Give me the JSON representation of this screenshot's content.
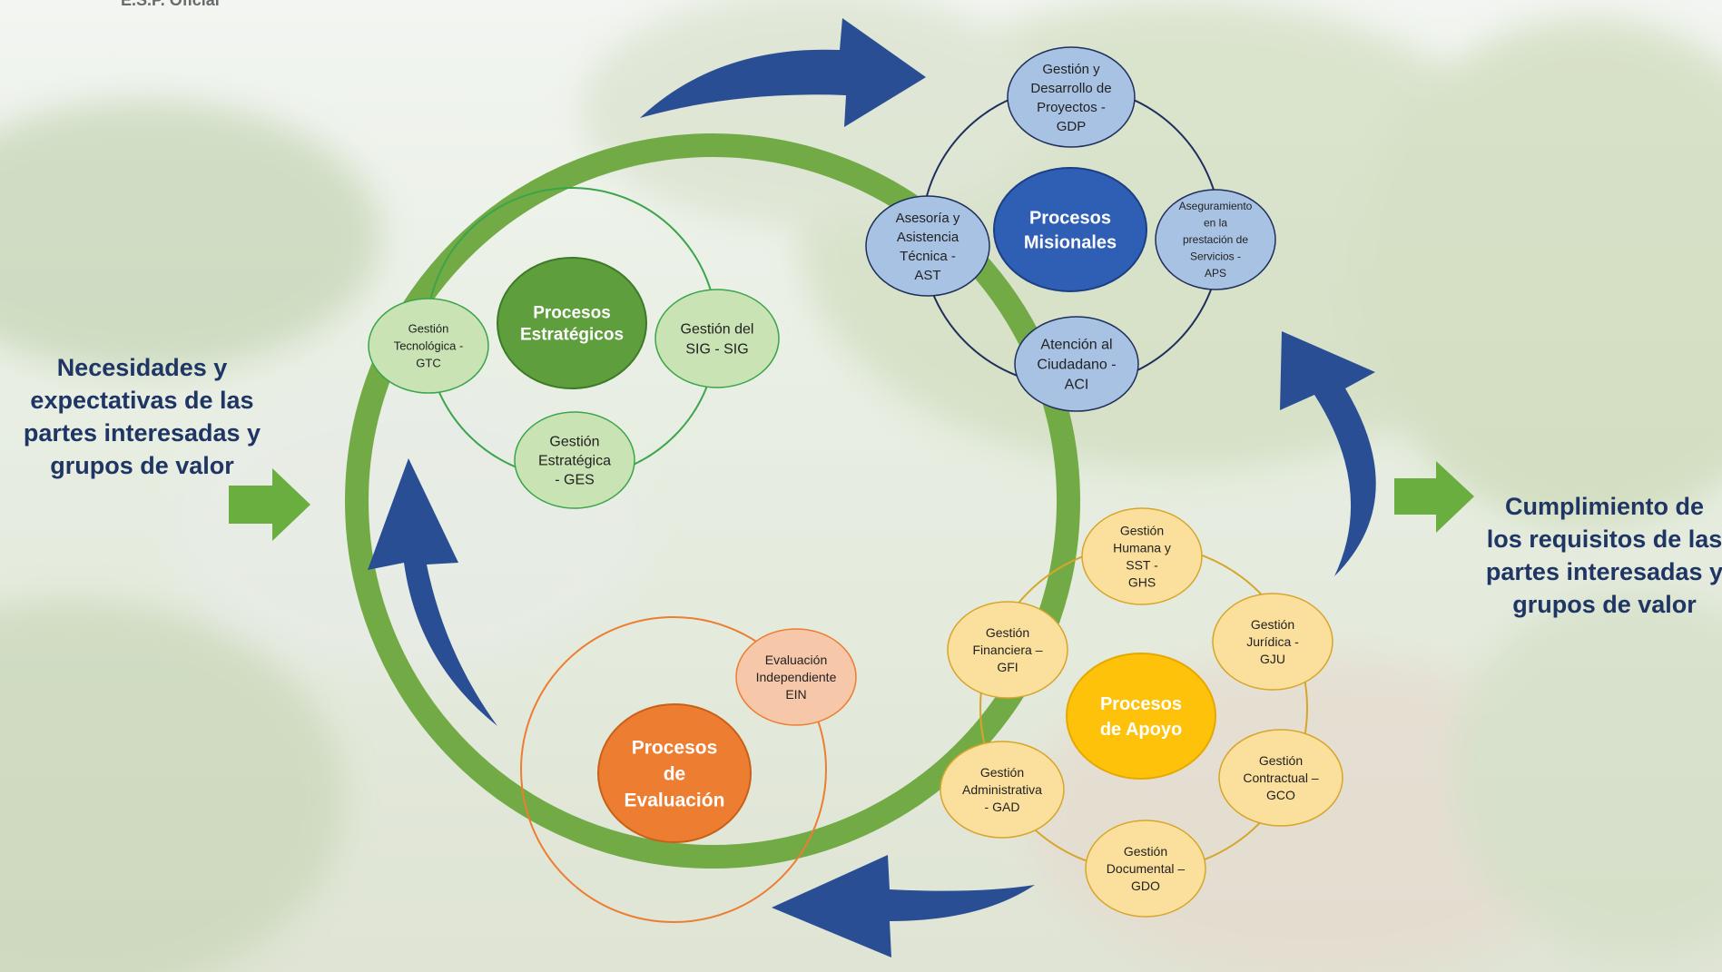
{
  "header": {
    "corner_text": "E.S.P. Oficial"
  },
  "inputs": {
    "left_text": "Necesidades y expectativas de las partes interesadas y grupos de valor",
    "right_text": "Cumplimiento de los requisitos de las partes interesadas y grupos de valor"
  },
  "groups": {
    "estrategicos": {
      "center": [
        "Procesos",
        "Estratégicos"
      ],
      "sat_gtc": [
        "Gestión",
        "Tecnológica -",
        "GTC"
      ],
      "sat_sig": [
        "Gestión del",
        "SIG  - SIG"
      ],
      "sat_ges": [
        "Gestión",
        "Estratégica",
        "- GES"
      ]
    },
    "misionales": {
      "center": [
        "Procesos",
        "Misionales"
      ],
      "sat_gdp": [
        "Gestión y",
        "Desarrollo de",
        "Proyectos -",
        "GDP"
      ],
      "sat_ast": [
        "Asesoría y",
        "Asistencia",
        "Técnica -",
        "AST"
      ],
      "sat_aps": [
        "Aseguramiento",
        "en la",
        "prestación de",
        "Servicios  -",
        "APS"
      ],
      "sat_aci": [
        "Atención al",
        "Ciudadano -",
        "ACI"
      ]
    },
    "apoyo": {
      "center": [
        "Procesos",
        "de Apoyo"
      ],
      "sat_ghs": [
        "Gestión",
        "Humana y",
        "SST -",
        "GHS"
      ],
      "sat_gju": [
        "Gestión",
        "Jurídica -",
        "GJU"
      ],
      "sat_gfi": [
        "Gestión",
        "Financiera –",
        "GFI"
      ],
      "sat_gco": [
        "Gestión",
        "Contractual –",
        "GCO"
      ],
      "sat_gad": [
        "Gestión",
        "Administrativa",
        "- GAD"
      ],
      "sat_gdo": [
        "Gestión",
        "Documental –",
        "GDO"
      ]
    },
    "evaluacion": {
      "center": [
        "Procesos",
        "de",
        "Evaluación"
      ],
      "sat_ein": [
        "Evaluación",
        "Independiente",
        "EIN"
      ]
    }
  },
  "colors": {
    "ring": "#72ab45",
    "arrow_blue": "#2a4e94",
    "arrow_green": "#6aae3f",
    "estrategicos_center": "#5e9e3c",
    "estrategicos_sat": "#c9e3b4",
    "misionales_center": "#2e5fb5",
    "misionales_sat": "#a8c2e3",
    "apoyo_center": "#ffc20a",
    "apoyo_sat": "#fbdf9c",
    "evaluacion_center": "#ed7d31",
    "evaluacion_sat": "#f7c7a9"
  }
}
